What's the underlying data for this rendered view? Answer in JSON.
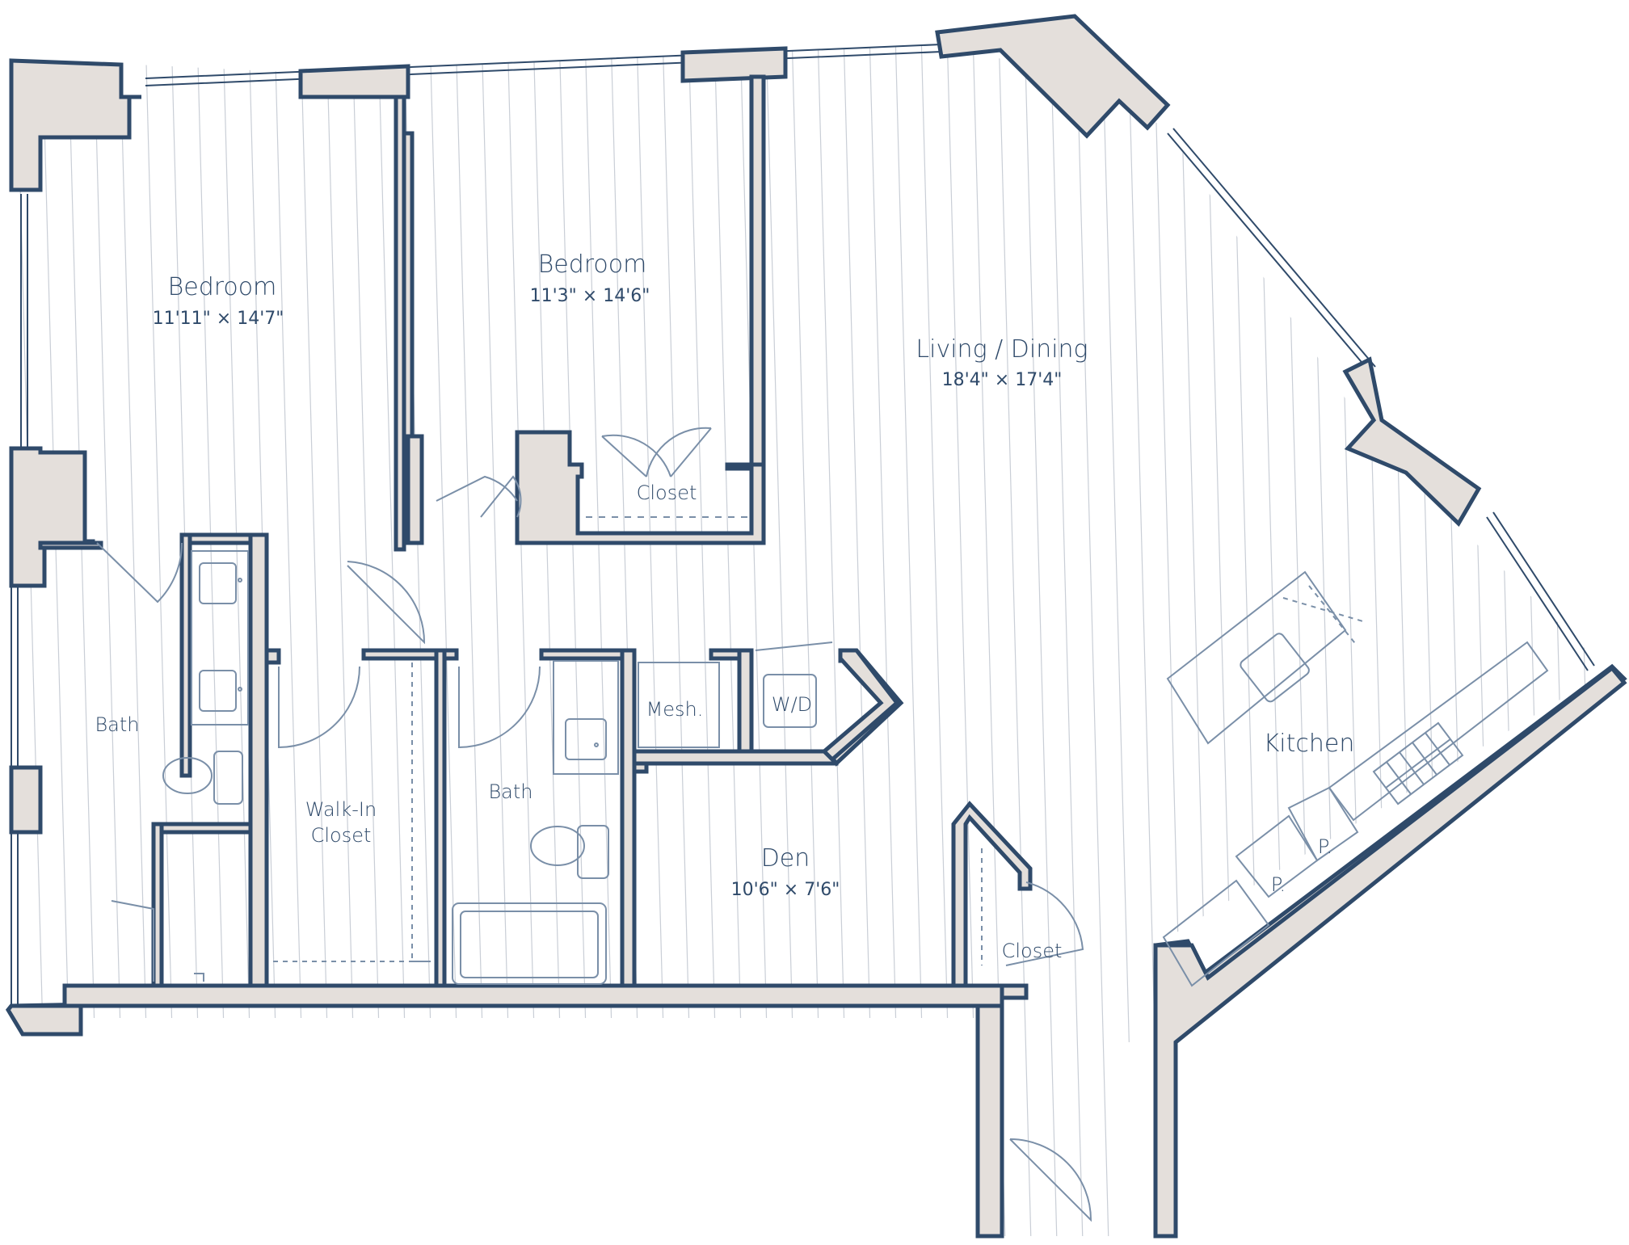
{
  "colors": {
    "wall_fill": "#e4dfdb",
    "wall_stroke": "#2f4a6a",
    "floor_line": "#c9ced6",
    "fixture_line": "#7a8fa8",
    "label": "#2f4a6a"
  },
  "rooms": {
    "bedroom_left": {
      "name": "Bedroom",
      "dims": "11'11\" × 14'7\""
    },
    "bedroom_center": {
      "name": "Bedroom",
      "dims": "11'3\" × 14'6\""
    },
    "living_dining": {
      "name": "Living / Dining",
      "dims": "18'4\" × 17'4\""
    },
    "closet_bedroom": {
      "name": "Closet"
    },
    "bath_left": {
      "name": "Bath"
    },
    "walk_in_closet": {
      "name": "Walk-In\nCloset",
      "line1": "Walk-In",
      "line2": "Closet"
    },
    "bath_center": {
      "name": "Bath"
    },
    "mech": {
      "name": "Mesh."
    },
    "washer_dryer": {
      "name": "W/D"
    },
    "den": {
      "name": "Den",
      "dims": "10'6\" × 7'6\""
    },
    "closet_den": {
      "name": "Closet"
    },
    "kitchen": {
      "name": "Kitchen"
    },
    "pantry_1": {
      "name": "P."
    },
    "pantry_2": {
      "name": "P."
    }
  },
  "icons": [
    "double-sink-icon",
    "toilet-icon",
    "shower-icon",
    "bathtub-icon",
    "kitchen-sink-icon",
    "cooktop-icon",
    "refrigerator-icon",
    "door-swing-icon",
    "window-icon"
  ]
}
